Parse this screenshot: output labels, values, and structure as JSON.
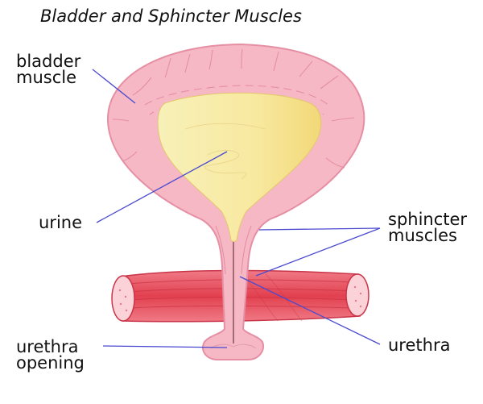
{
  "title": "Bladder and Sphincter Muscles",
  "labels": {
    "bladder_muscle": [
      "bladder",
      "muscle"
    ],
    "urine": "urine",
    "sphincter_muscles": [
      "sphincter",
      "muscles"
    ],
    "urethra": "urethra",
    "urethra_opening": [
      "urethra",
      "opening"
    ]
  },
  "colors": {
    "bladder_wall": "#f6b8c4",
    "bladder_outline": "#e58fa4",
    "urine": "#f8eaa0",
    "pelvic_muscle": "#e8505f",
    "leader_line": "#4a4ad0"
  }
}
